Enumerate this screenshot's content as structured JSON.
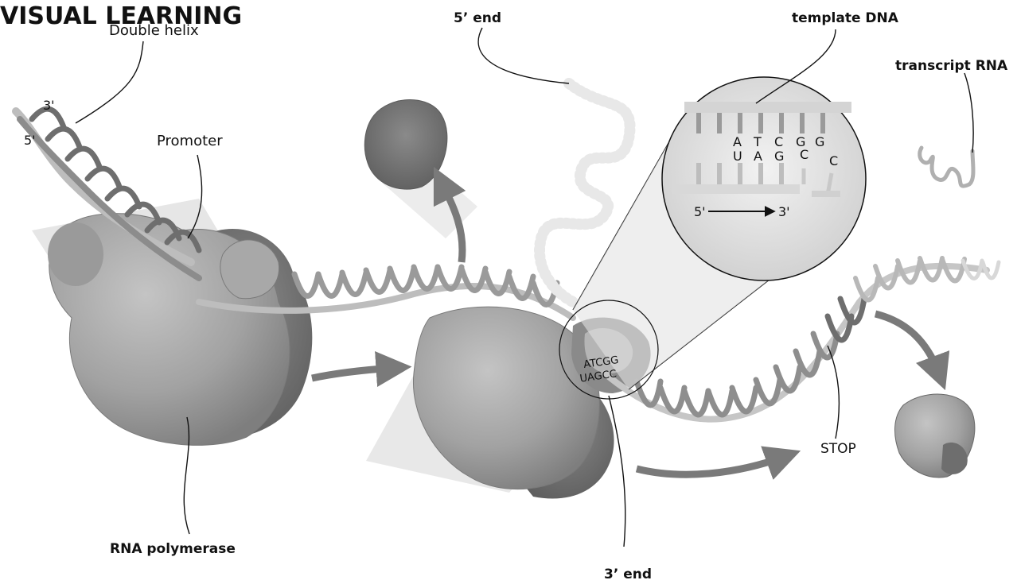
{
  "header": {
    "title": "VISUAL LEARNING"
  },
  "labels": {
    "double_helix": "Double helix",
    "helix_3prime": "3'",
    "helix_5prime": "5'",
    "promoter": "Promoter",
    "rna_polymerase": "RNA polymerase",
    "five_prime_end": "5’ end",
    "template_dna": "template DNA",
    "transcript_rna": "transcript RNA",
    "three_prime_end": "3’ end",
    "stop": "STOP"
  },
  "zoom_inset": {
    "dna_bases": [
      "A",
      "T",
      "C",
      "G",
      "G"
    ],
    "rna_bases": [
      "U",
      "A",
      "G",
      "C"
    ],
    "incoming_base": "C",
    "direction_from": "5'",
    "direction_to": "3'"
  },
  "bubble": {
    "dna_seq": "ATCGG",
    "rna_seq": "UAGCC"
  },
  "colors": {
    "polymerase": "#9a9a9a",
    "polymerase_dark": "#6a6a6a",
    "helix_strand": "#8c8c8c",
    "rna_strand": "#cfcfcf",
    "arrow": "#7a7a7a"
  }
}
